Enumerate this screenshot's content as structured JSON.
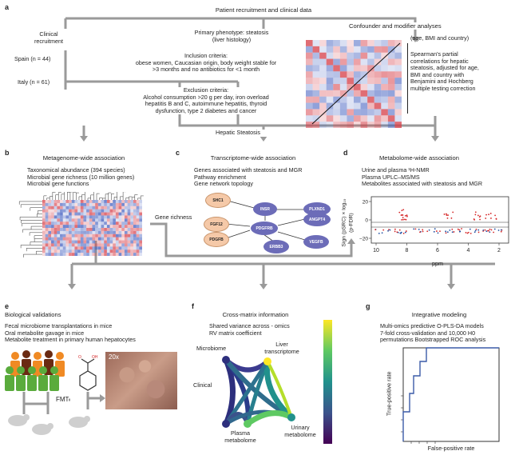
{
  "panel_labels": {
    "a": "a",
    "b": "b",
    "c": "c",
    "d": "d",
    "e": "e",
    "f": "f",
    "g": "g"
  },
  "a": {
    "title": "Patient recruitment and clinical data",
    "clinical_recruitment": [
      "Clinical",
      "recruitment"
    ],
    "spain": "Spain (n = 44)",
    "italy": "Italy (n = 61)",
    "primary_phenotype": [
      "Primary phenotype: steatosis",
      "(liver histology)"
    ],
    "inclusion": [
      "Inclusion criteria:",
      "obese women, Caucasian origin, body weight stable for",
      ">3 months and no antibiotics for <1 month"
    ],
    "exclusion": [
      "Exclusion criteria:",
      "Alcohol consumption >20 g per day, iron overload",
      "hepatitis B and C, autoimmune hepatitis, thyroid",
      "dysfunction, type 2 diabetes and cancer"
    ],
    "confounder_title": "Confounder and modifier analyses",
    "confounder_sub": "(age, BMI and country)",
    "spearman": [
      "Spearman's partial",
      "correlations for hepatic",
      "steatosis, adjusted for age,",
      "BMI and country with",
      "Benjamini and Hochberg",
      "multiple testing correction"
    ],
    "hepatic_steatosis": "Hepatic  Steatosis"
  },
  "b": {
    "title": "Metagenome-wide association",
    "lines": [
      "Taxonomical abundance (394 species)",
      "Microbial gene richness (10 million genes)",
      "Microbial gene functions"
    ],
    "gene_richness": "Gene richness"
  },
  "c": {
    "title": "Transcriptome-wide association",
    "lines": [
      "Genes associated with steatosis and MGR",
      "Pathway enrichment",
      "Gene network topology"
    ],
    "genes": [
      "SHC1",
      "INSR",
      "PLXND1",
      "FGF12",
      "PDGFB",
      "PDGFRB",
      "ANGPT4",
      "ERBB3",
      "VEGFB"
    ],
    "highlight_color": "#f5c9a8",
    "network_color": "#6c6cb8"
  },
  "d": {
    "title": "Metabolome-wide association",
    "lines": [
      "Urine and plasma ¹H-NMR",
      "Plasma UPLC–MS/MS",
      "Metabolites associated with steatosis and MGR"
    ],
    "ylabel_lines": [
      "Sign (pSRC) × log₁₀",
      "(p-FDR)"
    ],
    "xlabel": "ppm",
    "x_ticks": [
      "10",
      "8",
      "6",
      "4",
      "2"
    ],
    "y_ticks": [
      "20",
      "0",
      "−20"
    ],
    "pos_color": "#d62728",
    "neg_color": "#1f4fa3"
  },
  "e": {
    "title": "Biological validations",
    "lines": [
      "Fecal microbiome transplantations in mice",
      "Oral metabolite gavage in mice",
      "Metabolite treatment in primary human hepatocytes"
    ],
    "fmt": "FMT",
    "magnification": "20x"
  },
  "f": {
    "title": "Cross-matrix information",
    "lines": [
      "Shared variance across - omics",
      "RV matrix coefficient"
    ],
    "nodes": [
      "Microbiome",
      "Liver transcriptome",
      "Clinical",
      "Plasma metabolome",
      "Urinary metabolome"
    ]
  },
  "g": {
    "title": "Integrative modeling",
    "lines": [
      "Multi-omics predictive O-PLS-DA models",
      "7-fold cross-validation and 10,000 H0",
      "permutations Bootstrapped ROC analysis"
    ],
    "ylabel": "True-positive rate",
    "xlabel": "False-positive rate",
    "roc_color": "#3b5ba8"
  }
}
